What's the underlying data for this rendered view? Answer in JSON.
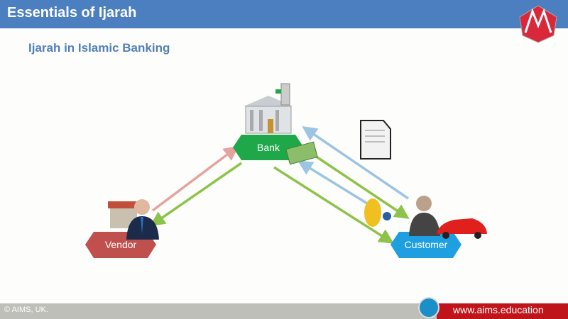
{
  "header": {
    "title": "Essentials of Ijarah"
  },
  "subtitle": "Ijarah in Islamic Banking",
  "diagram": {
    "nodes": [
      {
        "label": "Bank",
        "color": "#1fa84a"
      },
      {
        "label": "Vendor",
        "color": "#c0504d"
      },
      {
        "label": "Customer",
        "color": "#1ea0e0"
      }
    ],
    "arrow_colors": {
      "pink": "#e5a3a0",
      "green": "#8dc34a",
      "blue": "#9cc5e3"
    },
    "icons": [
      "bank-building-icon",
      "money-icon",
      "contract-document-icon",
      "shop-icon",
      "vendor-person-icon",
      "customer-person-icon",
      "car-icon",
      "keys-icon"
    ]
  },
  "footer": {
    "copyright": "AIMS, UK.",
    "url": "www.aims.education"
  }
}
